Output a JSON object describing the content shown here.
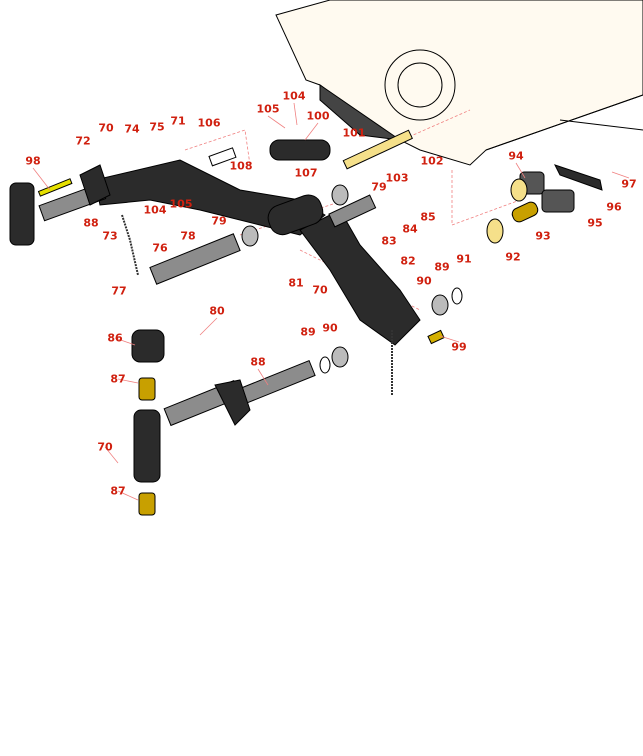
{
  "diagram": {
    "callouts": [
      {
        "id": "c1",
        "text": "104"
      },
      {
        "id": "c2",
        "text": "105"
      },
      {
        "id": "c3",
        "text": "100"
      },
      {
        "id": "c4",
        "text": "70"
      },
      {
        "id": "c5",
        "text": "74"
      },
      {
        "id": "c6",
        "text": "75"
      },
      {
        "id": "c7",
        "text": "71"
      },
      {
        "id": "c8",
        "text": "106"
      },
      {
        "id": "c9",
        "text": "72"
      },
      {
        "id": "c10",
        "text": "101"
      },
      {
        "id": "c11",
        "text": "98"
      },
      {
        "id": "c12",
        "text": "108"
      },
      {
        "id": "c13",
        "text": "107"
      },
      {
        "id": "c14",
        "text": "102"
      },
      {
        "id": "c15",
        "text": "94"
      },
      {
        "id": "c16",
        "text": "97"
      },
      {
        "id": "c17",
        "text": "103"
      },
      {
        "id": "c18",
        "text": "79"
      },
      {
        "id": "c19",
        "text": "104"
      },
      {
        "id": "c20",
        "text": "105"
      },
      {
        "id": "c21",
        "text": "96"
      },
      {
        "id": "c22",
        "text": "88"
      },
      {
        "id": "c23",
        "text": "79"
      },
      {
        "id": "c24",
        "text": "85"
      },
      {
        "id": "c25",
        "text": "84"
      },
      {
        "id": "c26",
        "text": "95"
      },
      {
        "id": "c27",
        "text": "73"
      },
      {
        "id": "c28",
        "text": "78"
      },
      {
        "id": "c29",
        "text": "93"
      },
      {
        "id": "c30",
        "text": "83"
      },
      {
        "id": "c31",
        "text": "76"
      },
      {
        "id": "c32",
        "text": "92"
      },
      {
        "id": "c33",
        "text": "91"
      },
      {
        "id": "c34",
        "text": "82"
      },
      {
        "id": "c35",
        "text": "89"
      },
      {
        "id": "c36",
        "text": "90"
      },
      {
        "id": "c37",
        "text": "81"
      },
      {
        "id": "c38",
        "text": "70"
      },
      {
        "id": "c39",
        "text": "77"
      },
      {
        "id": "c40",
        "text": "80"
      },
      {
        "id": "c41",
        "text": "89"
      },
      {
        "id": "c42",
        "text": "90"
      },
      {
        "id": "c43",
        "text": "99"
      },
      {
        "id": "c44",
        "text": "86"
      },
      {
        "id": "c45",
        "text": "88"
      },
      {
        "id": "c46",
        "text": "87"
      },
      {
        "id": "c47",
        "text": "70"
      },
      {
        "id": "c48",
        "text": "87"
      }
    ],
    "colors": {
      "callout": "#d0200f",
      "part": "#2b2b2b",
      "pin": "#8c8c8c",
      "frame": "#fffaf0",
      "brass": "#c8a000",
      "leader": "#f08080"
    }
  }
}
